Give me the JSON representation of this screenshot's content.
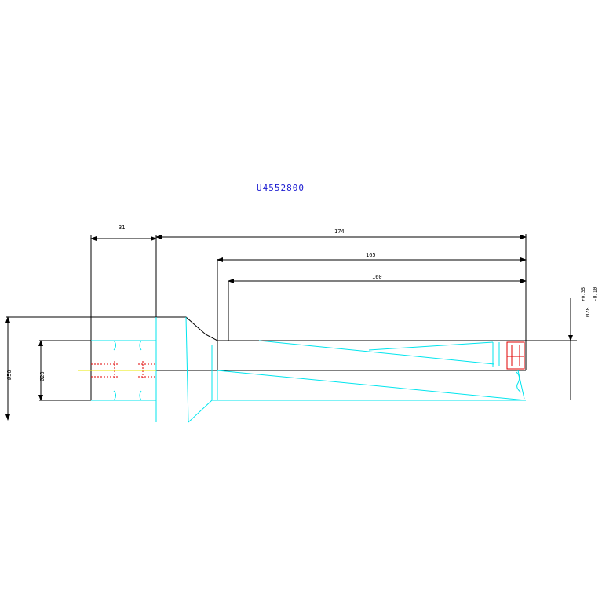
{
  "drawing": {
    "part_number": "U4552800",
    "colors": {
      "outline": "#000000",
      "hidden": "#00e5ee",
      "insert": "#e00000",
      "coolant": "#e8e800",
      "title": "#1a1ad0"
    },
    "dimensions": {
      "shank_length": "31",
      "overall_length": "174",
      "length_2": "165",
      "length_3": "160",
      "shank_diameter": "Ø50",
      "bore_diameter": "Ø28",
      "cut_diameter": "Ø28",
      "tol_upper": "+0.35",
      "tol_lower": "-0.10"
    }
  }
}
